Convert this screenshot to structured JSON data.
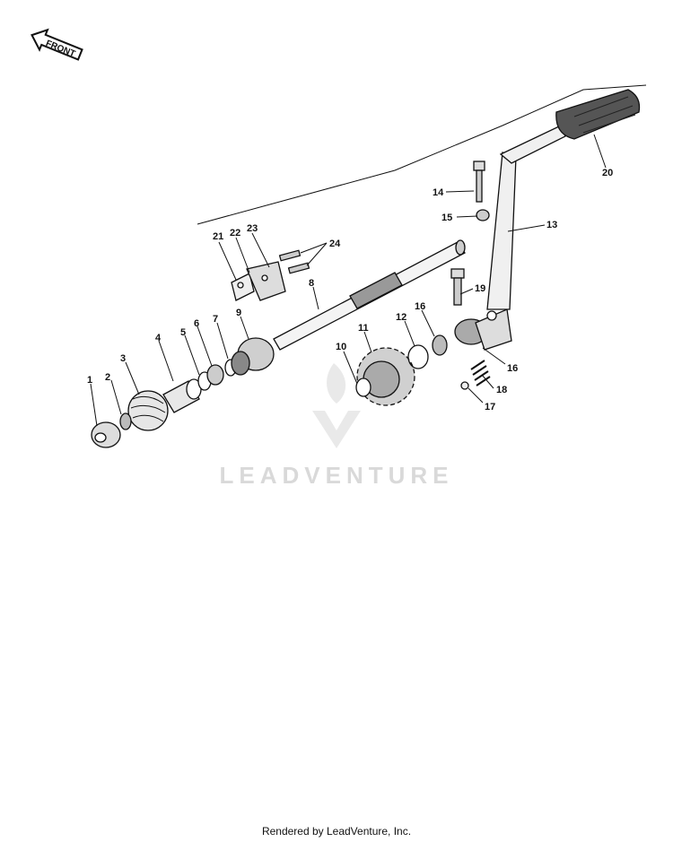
{
  "front_arrow_label": "FRONT",
  "callouts": [
    {
      "id": "1",
      "label": "1"
    },
    {
      "id": "2",
      "label": "2"
    },
    {
      "id": "3",
      "label": "3"
    },
    {
      "id": "4",
      "label": "4"
    },
    {
      "id": "5",
      "label": "5"
    },
    {
      "id": "6",
      "label": "6"
    },
    {
      "id": "7",
      "label": "7"
    },
    {
      "id": "8",
      "label": "8"
    },
    {
      "id": "9",
      "label": "9"
    },
    {
      "id": "10",
      "label": "10"
    },
    {
      "id": "11",
      "label": "11"
    },
    {
      "id": "12",
      "label": "12"
    },
    {
      "id": "13",
      "label": "13"
    },
    {
      "id": "14",
      "label": "14"
    },
    {
      "id": "15",
      "label": "15"
    },
    {
      "id": "16",
      "label": "16"
    },
    {
      "id": "17",
      "label": "17"
    },
    {
      "id": "18",
      "label": "18"
    },
    {
      "id": "19",
      "label": "19"
    },
    {
      "id": "20",
      "label": "20"
    },
    {
      "id": "21",
      "label": "21"
    },
    {
      "id": "22",
      "label": "22"
    },
    {
      "id": "23",
      "label": "23"
    },
    {
      "id": "24",
      "label": "24"
    },
    {
      "id": "16b",
      "label": "16"
    }
  ],
  "watermark": {
    "text": "LEADVENTURE"
  },
  "footer": {
    "text": "Rendered by LeadVenture, Inc."
  }
}
